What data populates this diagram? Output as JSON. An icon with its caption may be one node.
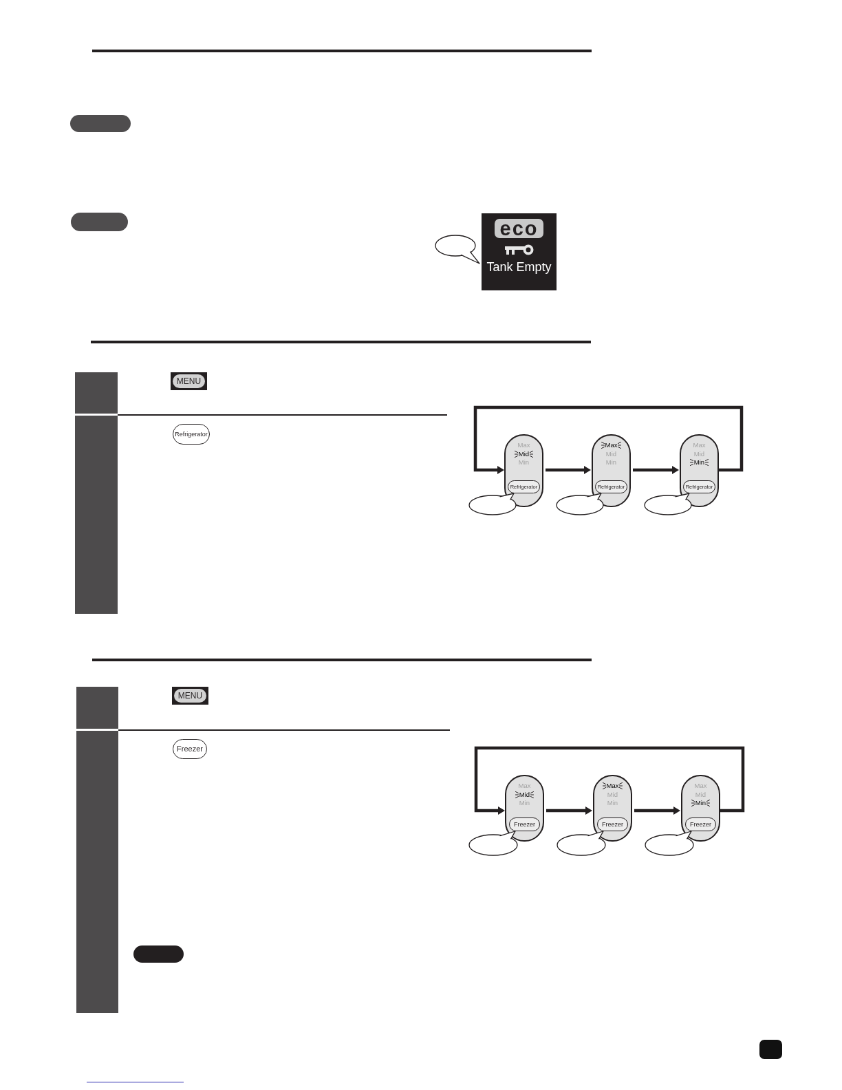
{
  "diagram": {
    "nodes": [
      {
        "text": [],
        "shape": "bar"
      },
      {
        "text": [],
        "shape": "bar"
      },
      {
        "text": [],
        "shape": "bubble"
      },
      {
        "text": [
          "eco",
          "Tank Empty"
        ]
      },
      {
        "text": [],
        "shape": "box"
      },
      {
        "text": [
          "MENU"
        ]
      },
      {
        "text": [],
        "shape": "box"
      },
      {
        "text": [
          "Refrigerator"
        ]
      },
      {
        "text": [
          "Max",
          "Mid",
          "Min"
        ]
      },
      {
        "text": [
          "Refrigerator"
        ],
        "in": 8
      },
      {
        "text": [
          "Max",
          "Mid",
          "Min"
        ]
      },
      {
        "text": [
          "Refrigerator"
        ],
        "in": 10
      },
      {
        "text": [
          "Max",
          "Mid",
          "Min"
        ]
      },
      {
        "text": [
          "Refrigerator"
        ],
        "in": 12
      },
      {
        "text": [],
        "shape": "bubble"
      },
      {
        "text": [],
        "shape": "bubble"
      },
      {
        "text": [],
        "shape": "bubble"
      },
      {
        "text": [],
        "shape": "box"
      },
      {
        "text": [
          "MENU"
        ]
      },
      {
        "text": [],
        "shape": "box"
      },
      {
        "text": [
          "Freezer"
        ]
      },
      {
        "text": [
          "Max",
          "Mid",
          "Min"
        ]
      },
      {
        "text": [
          "Freezer"
        ],
        "in": 21
      },
      {
        "text": [
          "Max",
          "Mid",
          "Min"
        ]
      },
      {
        "text": [
          "Freezer"
        ],
        "in": 23
      },
      {
        "text": [
          "Max",
          "Mid",
          "Min"
        ]
      },
      {
        "text": [
          "Freezer"
        ],
        "in": 25
      },
      {
        "text": [],
        "shape": "bubble"
      },
      {
        "text": [],
        "shape": "bubble"
      },
      {
        "text": [],
        "shape": "bubble"
      },
      {
        "text": [],
        "shape": "bar"
      }
    ],
    "edges": [
      {
        "from": 8,
        "to": 10,
        "arrow": "to"
      },
      {
        "from": 10,
        "to": 12,
        "arrow": "to"
      },
      {
        "from": 12,
        "to": 8,
        "arrow": "to"
      },
      {
        "from": 21,
        "to": 23,
        "arrow": "to"
      },
      {
        "from": 23,
        "to": 25,
        "arrow": "to"
      },
      {
        "from": 25,
        "to": 21,
        "arrow": "to"
      }
    ]
  }
}
